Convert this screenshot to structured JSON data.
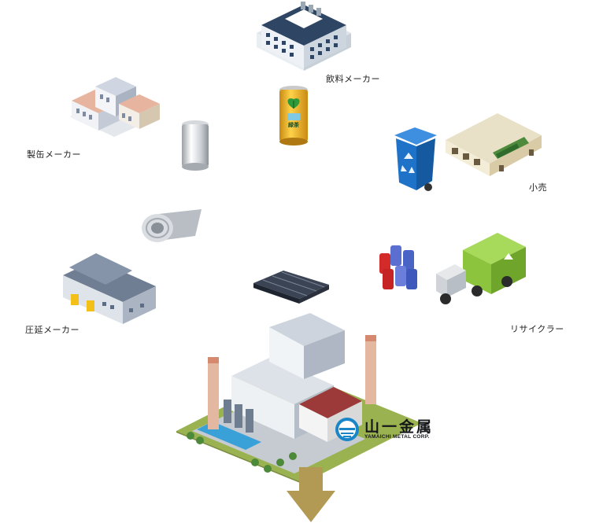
{
  "labels": {
    "beverage_maker": "飲料メーカー",
    "can_maker": "製缶メーカー",
    "retail": "小売",
    "rolling_maker": "圧延メーカー",
    "recycler": "リサイクラー"
  },
  "can_print": "緑茶",
  "logo": {
    "name": "山一金属",
    "sub": "YAMAICHI METAL CORP."
  },
  "icons": [
    "beverage-factory-icon",
    "green-tea-can-icon",
    "can-maker-factory-icon",
    "aluminum-can-icon",
    "retail-store-icon",
    "recycling-bin-icon",
    "aluminum-coil-icon",
    "rolling-mill-icon",
    "compressed-cans-icon",
    "used-cans-icon",
    "recycling-truck-icon",
    "yamaichi-plant-icon",
    "down-arrow-icon"
  ],
  "colors": {
    "arrow": "#b29a55",
    "ground": "#9bb250",
    "logo_blue": "#1a86c8",
    "truck_green": "#8cc43e",
    "bin_blue": "#1e73c8"
  }
}
